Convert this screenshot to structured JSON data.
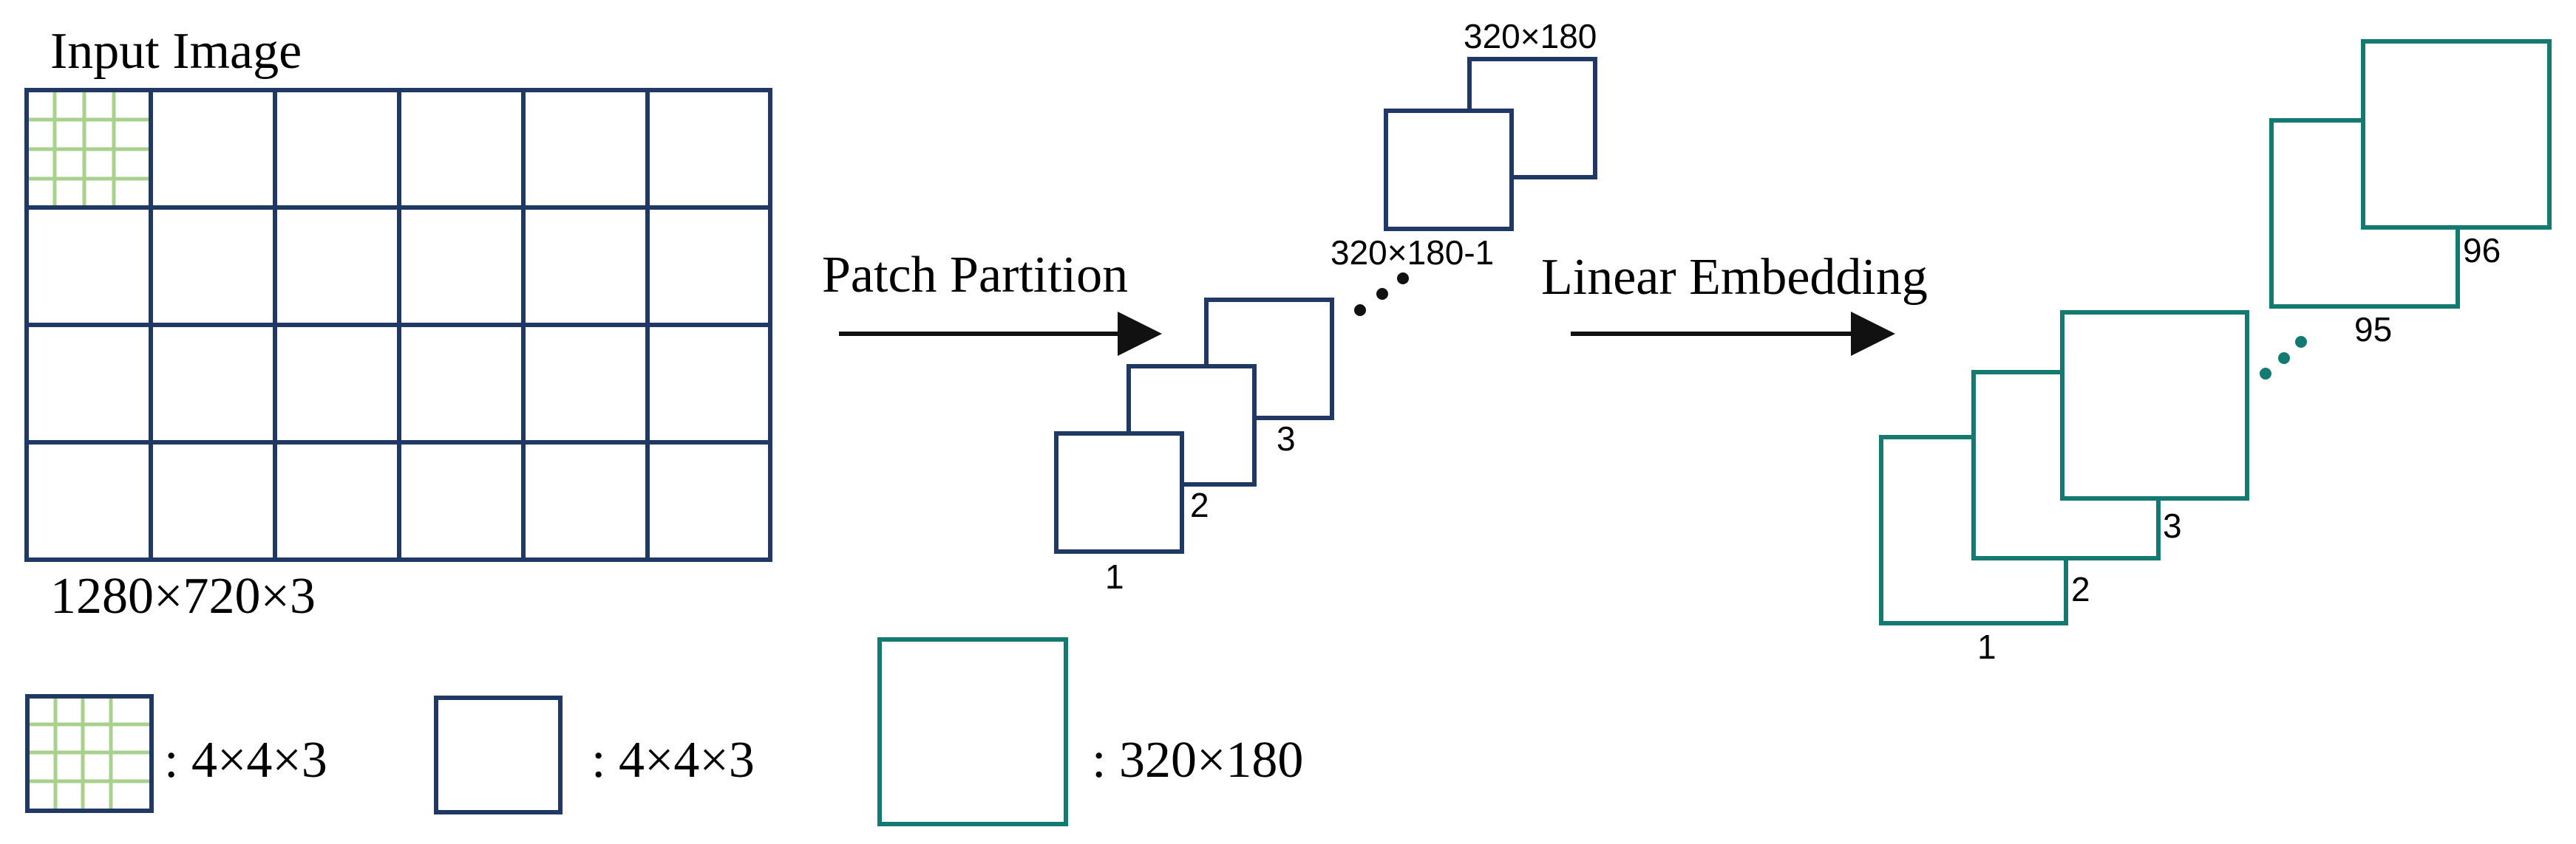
{
  "colors": {
    "navy": "#1f3864",
    "teal": "#127a70",
    "green": "#a9d18e",
    "arrow": "#111111"
  },
  "input": {
    "title": "Input Image",
    "size_label": "1280×720×3"
  },
  "patch_partition": {
    "label": "Patch Partition",
    "patch_labels": [
      "1",
      "2",
      "3"
    ],
    "second_last_label": "320×180-1",
    "last_label": "320×180"
  },
  "linear_embedding": {
    "label": "Linear Embedding",
    "channel_labels": [
      "1",
      "2",
      "3"
    ],
    "second_last_label": "95",
    "last_label": "96"
  },
  "legend": {
    "pixel_grid_label": ": 4×4×3",
    "patch_label": ": 4×4×3",
    "embedding_label": ": 320×180"
  }
}
